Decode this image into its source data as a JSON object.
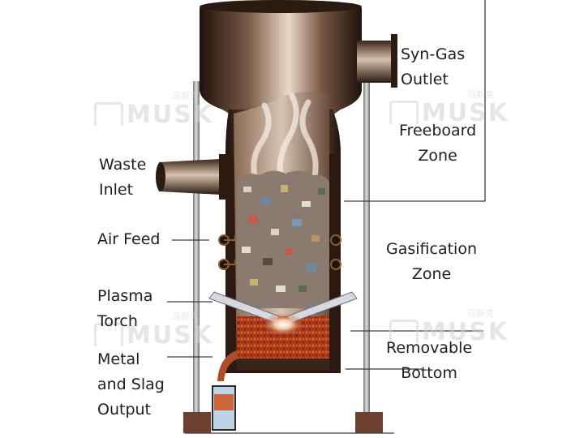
{
  "labels": {
    "syngas_outlet": [
      "Syn-Gas",
      "Outlet"
    ],
    "freeboard_zone": [
      "Freeboard",
      "Zone"
    ],
    "waste_inlet": [
      "Waste",
      "Inlet"
    ],
    "air_feed": [
      "Air Feed"
    ],
    "gasification_zone": [
      "Gasification",
      "Zone"
    ],
    "plasma_torch": [
      "Plasma",
      "Torch"
    ],
    "removable_bottom": [
      "Removable",
      "Bottom"
    ],
    "metal_slag_output": [
      "Metal",
      "and Slag",
      "Output"
    ]
  },
  "watermark": {
    "text": "MUSK",
    "small_text": "马斯克"
  },
  "colors": {
    "background": "#ffffff",
    "label_text": "#1e1e1e",
    "leader_line": "#3c3c3c",
    "vessel_dark": "#2c1a12",
    "vessel_light": "#d9c8b8",
    "molten_bed": "#b4411c",
    "plasma_flame": "#e8a070",
    "support_post": "#a8a8a8",
    "foot_block": "#6b4030"
  }
}
